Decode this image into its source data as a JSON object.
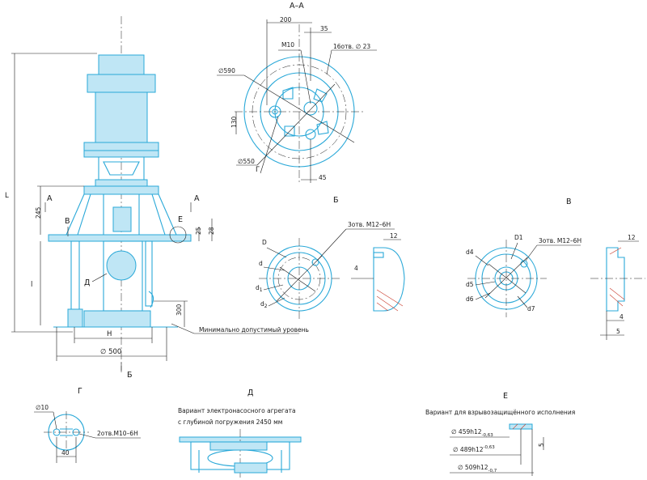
{
  "section_views": {
    "a_a": "А–А",
    "b": "Б",
    "v": "В",
    "g": "Г",
    "d": "Д",
    "e": "Е"
  },
  "main_view": {
    "dim_L": "L",
    "dim_l": "l",
    "dim_245": "245",
    "dim_25": "25",
    "dim_28": "28",
    "dim_300": "300",
    "dim_H": "H",
    "dim_d500": "∅ 500",
    "label_A_left": "А",
    "label_A_right": "А",
    "label_B": "В",
    "label_E": "Е",
    "label_D": "Д",
    "label_B_bottom": "Б",
    "min_level_note": "Минимально допустимый уровень"
  },
  "aa_view": {
    "dim_200": "200",
    "dim_35": "35",
    "dim_M10": "М10",
    "dim_holes": "16отв. ∅ 23",
    "dim_d590": "∅590",
    "dim_130": "130",
    "dim_d550": "∅550",
    "label_G": "Г",
    "dim_45": "45"
  },
  "b_view": {
    "thread_note": "3отв. М12–6Н",
    "label_D": "D",
    "label_d": "d",
    "label_d1": "d",
    "label_d1_sub": "1",
    "label_d2": "d",
    "label_d2_sub": "2",
    "dim_12": "12",
    "dim_4": "4"
  },
  "v_view": {
    "label_D1": "D1",
    "thread_note": "3отв. М12–6Н",
    "label_d4": "d4",
    "label_d5": "d5",
    "label_d6": "d6",
    "label_d7": "d7",
    "dim_12": "12",
    "dim_4": "4",
    "dim_5": "5"
  },
  "g_view": {
    "dim_d10": "∅10",
    "holes_note": "2отв.М10–6Н",
    "dim_40": "40"
  },
  "d_view": {
    "caption_line1": "Вариант электронасосного агрегата",
    "caption_line2": "с глубиной погружения 2450 мм"
  },
  "e_view": {
    "caption": "Вариант для взрывозащищённого исполнения",
    "dim_459": "∅ 459h12",
    "dim_459_tol": "-0,63",
    "dim_489": "∅ 489h12",
    "dim_489_tol": "-0,63",
    "dim_509": "∅ 509h12",
    "dim_509_tol": "-0,7",
    "dim_5": "5"
  },
  "colors": {
    "outline": "#29a8d8",
    "fill": "#bfe6f5",
    "dimension": "#1a1a1a",
    "hatch": "#c83a2a"
  }
}
